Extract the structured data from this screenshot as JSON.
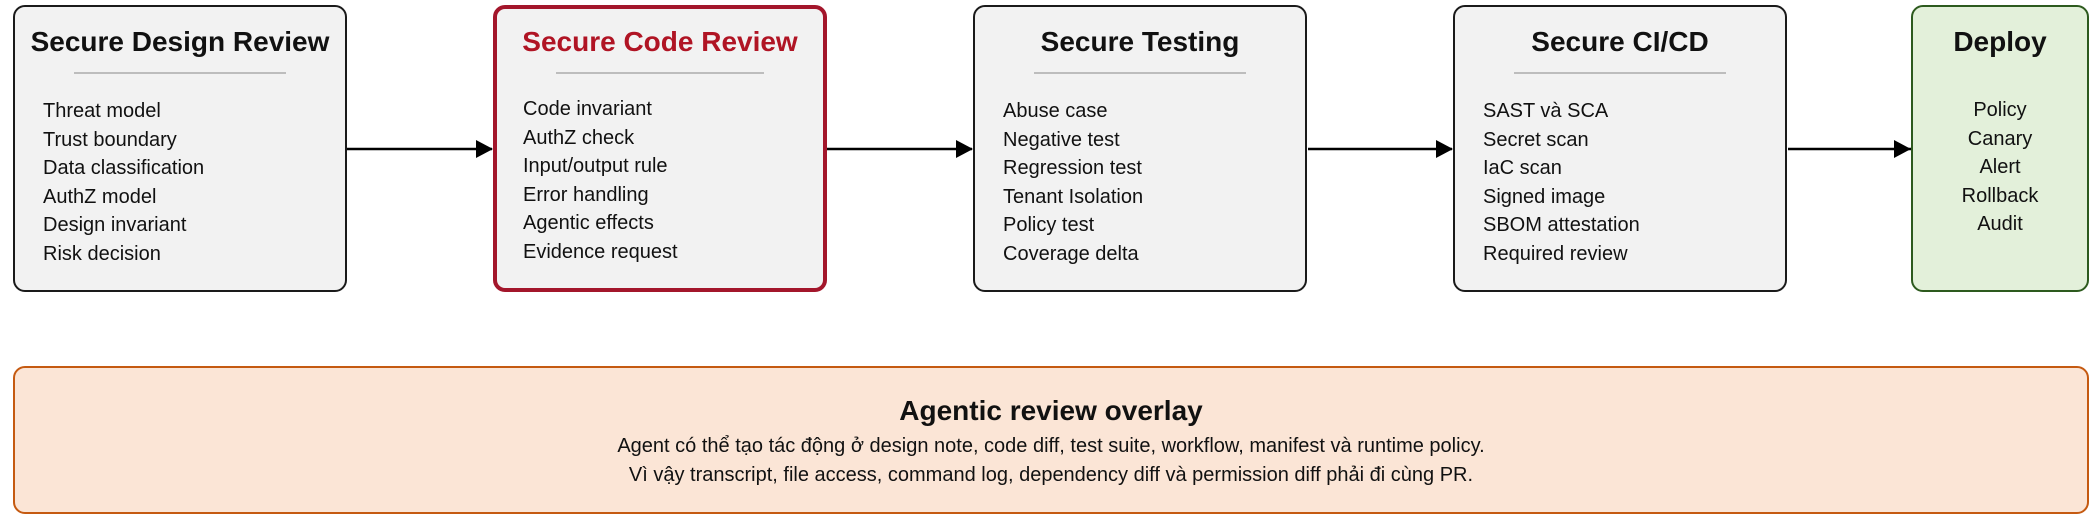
{
  "stages": [
    {
      "title": "Secure Design Review",
      "items": [
        "Threat model",
        "Trust boundary",
        "Data classification",
        "AuthZ model",
        "Design invariant",
        "Risk decision"
      ]
    },
    {
      "title": "Secure Code Review",
      "items": [
        "Code invariant",
        "AuthZ check",
        "Input/output rule",
        "Error handling",
        "Agentic effects",
        "Evidence request"
      ]
    },
    {
      "title": "Secure Testing",
      "items": [
        "Abuse case",
        "Negative test",
        "Regression test",
        "Tenant Isolation",
        "Policy test",
        "Coverage delta"
      ]
    },
    {
      "title": "Secure CI/CD",
      "items": [
        "SAST và SCA",
        "Secret scan",
        "IaC scan",
        "Signed image",
        "SBOM attestation",
        "Required review"
      ]
    },
    {
      "title": "Deploy",
      "items": [
        "Policy",
        "Canary",
        "Alert",
        "Rollback",
        "Audit"
      ]
    }
  ],
  "overlay": {
    "title": "Agentic review overlay",
    "line1": "Agent có thể tạo tác động ở design note, code diff, test suite, workflow, manifest và runtime policy.",
    "line2": "Vì vậy transcript, file access, command log, dependency diff và permission diff phải đi cùng PR."
  },
  "colors": {
    "highlight_border": "#a3162b",
    "highlight_title": "#b01424",
    "stage_fill": "#f2f2f2",
    "deploy_fill": "#e3f0da",
    "overlay_fill": "#fbe5d6",
    "overlay_border": "#c55a11"
  }
}
